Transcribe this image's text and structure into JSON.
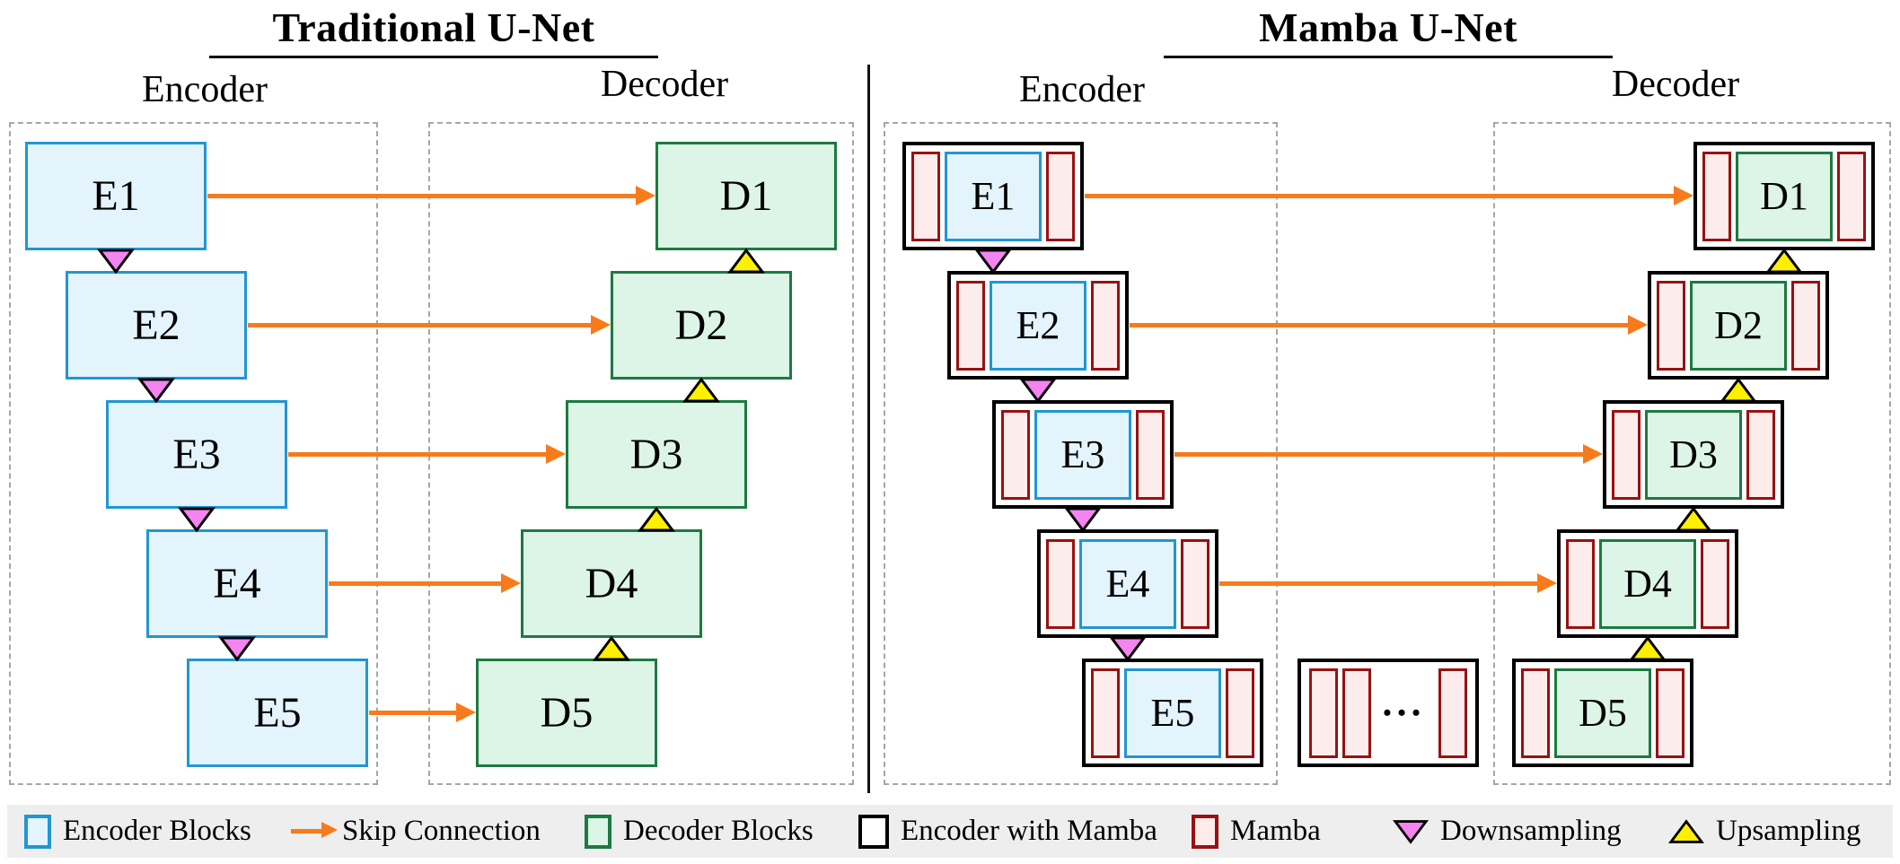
{
  "titles": {
    "traditional": "Traditional U-Net",
    "mamba": "Mamba U-Net"
  },
  "headers": {
    "traditional_encoder": "Encoder",
    "traditional_decoder": "Decoder",
    "mamba_encoder": "Encoder",
    "mamba_decoder": "Decoder"
  },
  "traditional": {
    "encoder_blocks": [
      {
        "label": "E1"
      },
      {
        "label": "E2"
      },
      {
        "label": "E3"
      },
      {
        "label": "E4"
      },
      {
        "label": "E5"
      }
    ],
    "decoder_blocks": [
      {
        "label": "D1"
      },
      {
        "label": "D2"
      },
      {
        "label": "D3"
      },
      {
        "label": "D4"
      },
      {
        "label": "D5"
      }
    ]
  },
  "mamba": {
    "encoder_blocks": [
      {
        "label": "E1"
      },
      {
        "label": "E2"
      },
      {
        "label": "E3"
      },
      {
        "label": "E4"
      },
      {
        "label": "E5"
      }
    ],
    "decoder_blocks": [
      {
        "label": "D1"
      },
      {
        "label": "D2"
      },
      {
        "label": "D3"
      },
      {
        "label": "D4"
      },
      {
        "label": "D5"
      }
    ],
    "bottleneck": {
      "ellipsis": "•••"
    }
  },
  "legend": {
    "items": [
      {
        "label": "Encoder Blocks",
        "icon": "encoder-block-swatch"
      },
      {
        "label": "Skip Connection",
        "icon": "skip-connection-arrow"
      },
      {
        "label": "Decoder Blocks",
        "icon": "decoder-block-swatch"
      },
      {
        "label": "Encoder with Mamba",
        "icon": "encoder-with-mamba-swatch"
      },
      {
        "label": "Mamba",
        "icon": "mamba-swatch"
      },
      {
        "label": "Downsampling",
        "icon": "downsampling-triangle"
      },
      {
        "label": "Upsampling",
        "icon": "upsampling-triangle"
      }
    ]
  },
  "colors": {
    "encoder_fill": "#E4F4FC",
    "encoder_border": "#2196D3",
    "decoder_fill": "#DCF5E7",
    "decoder_border": "#1D7A40",
    "mamba_fill": "#FDECEC",
    "mamba_border": "#991111",
    "wrapper_border": "#000000",
    "skip_arrow": "#F87B1B",
    "downsampling": "#F484F0",
    "upsampling": "#FFEF00",
    "region_dash": "#A6A6A6",
    "legend_bg": "#EEEEEE"
  }
}
